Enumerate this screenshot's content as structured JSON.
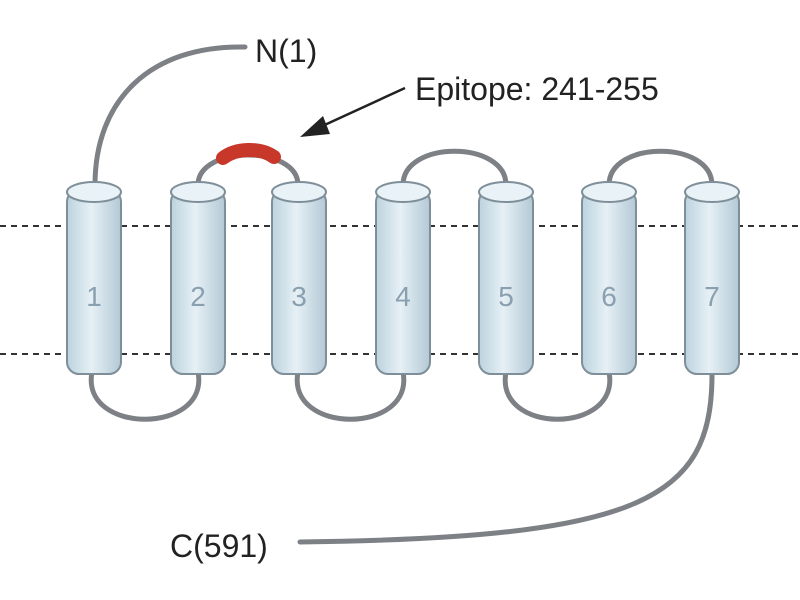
{
  "labels": {
    "n_terminus": "N(1)",
    "c_terminus": "C(591)",
    "epitope": "Epitope: 241-255"
  },
  "helices": [
    {
      "number": "1"
    },
    {
      "number": "2"
    },
    {
      "number": "3"
    },
    {
      "number": "4"
    },
    {
      "number": "5"
    },
    {
      "number": "6"
    },
    {
      "number": "7"
    }
  ],
  "colors": {
    "helix_fill": "#d8e8f0",
    "helix_top": "#e8f2f7",
    "helix_stroke": "#7f8f99",
    "loop": "#7d8186",
    "epitope": "#c8382a",
    "membrane_line": "#333333"
  }
}
